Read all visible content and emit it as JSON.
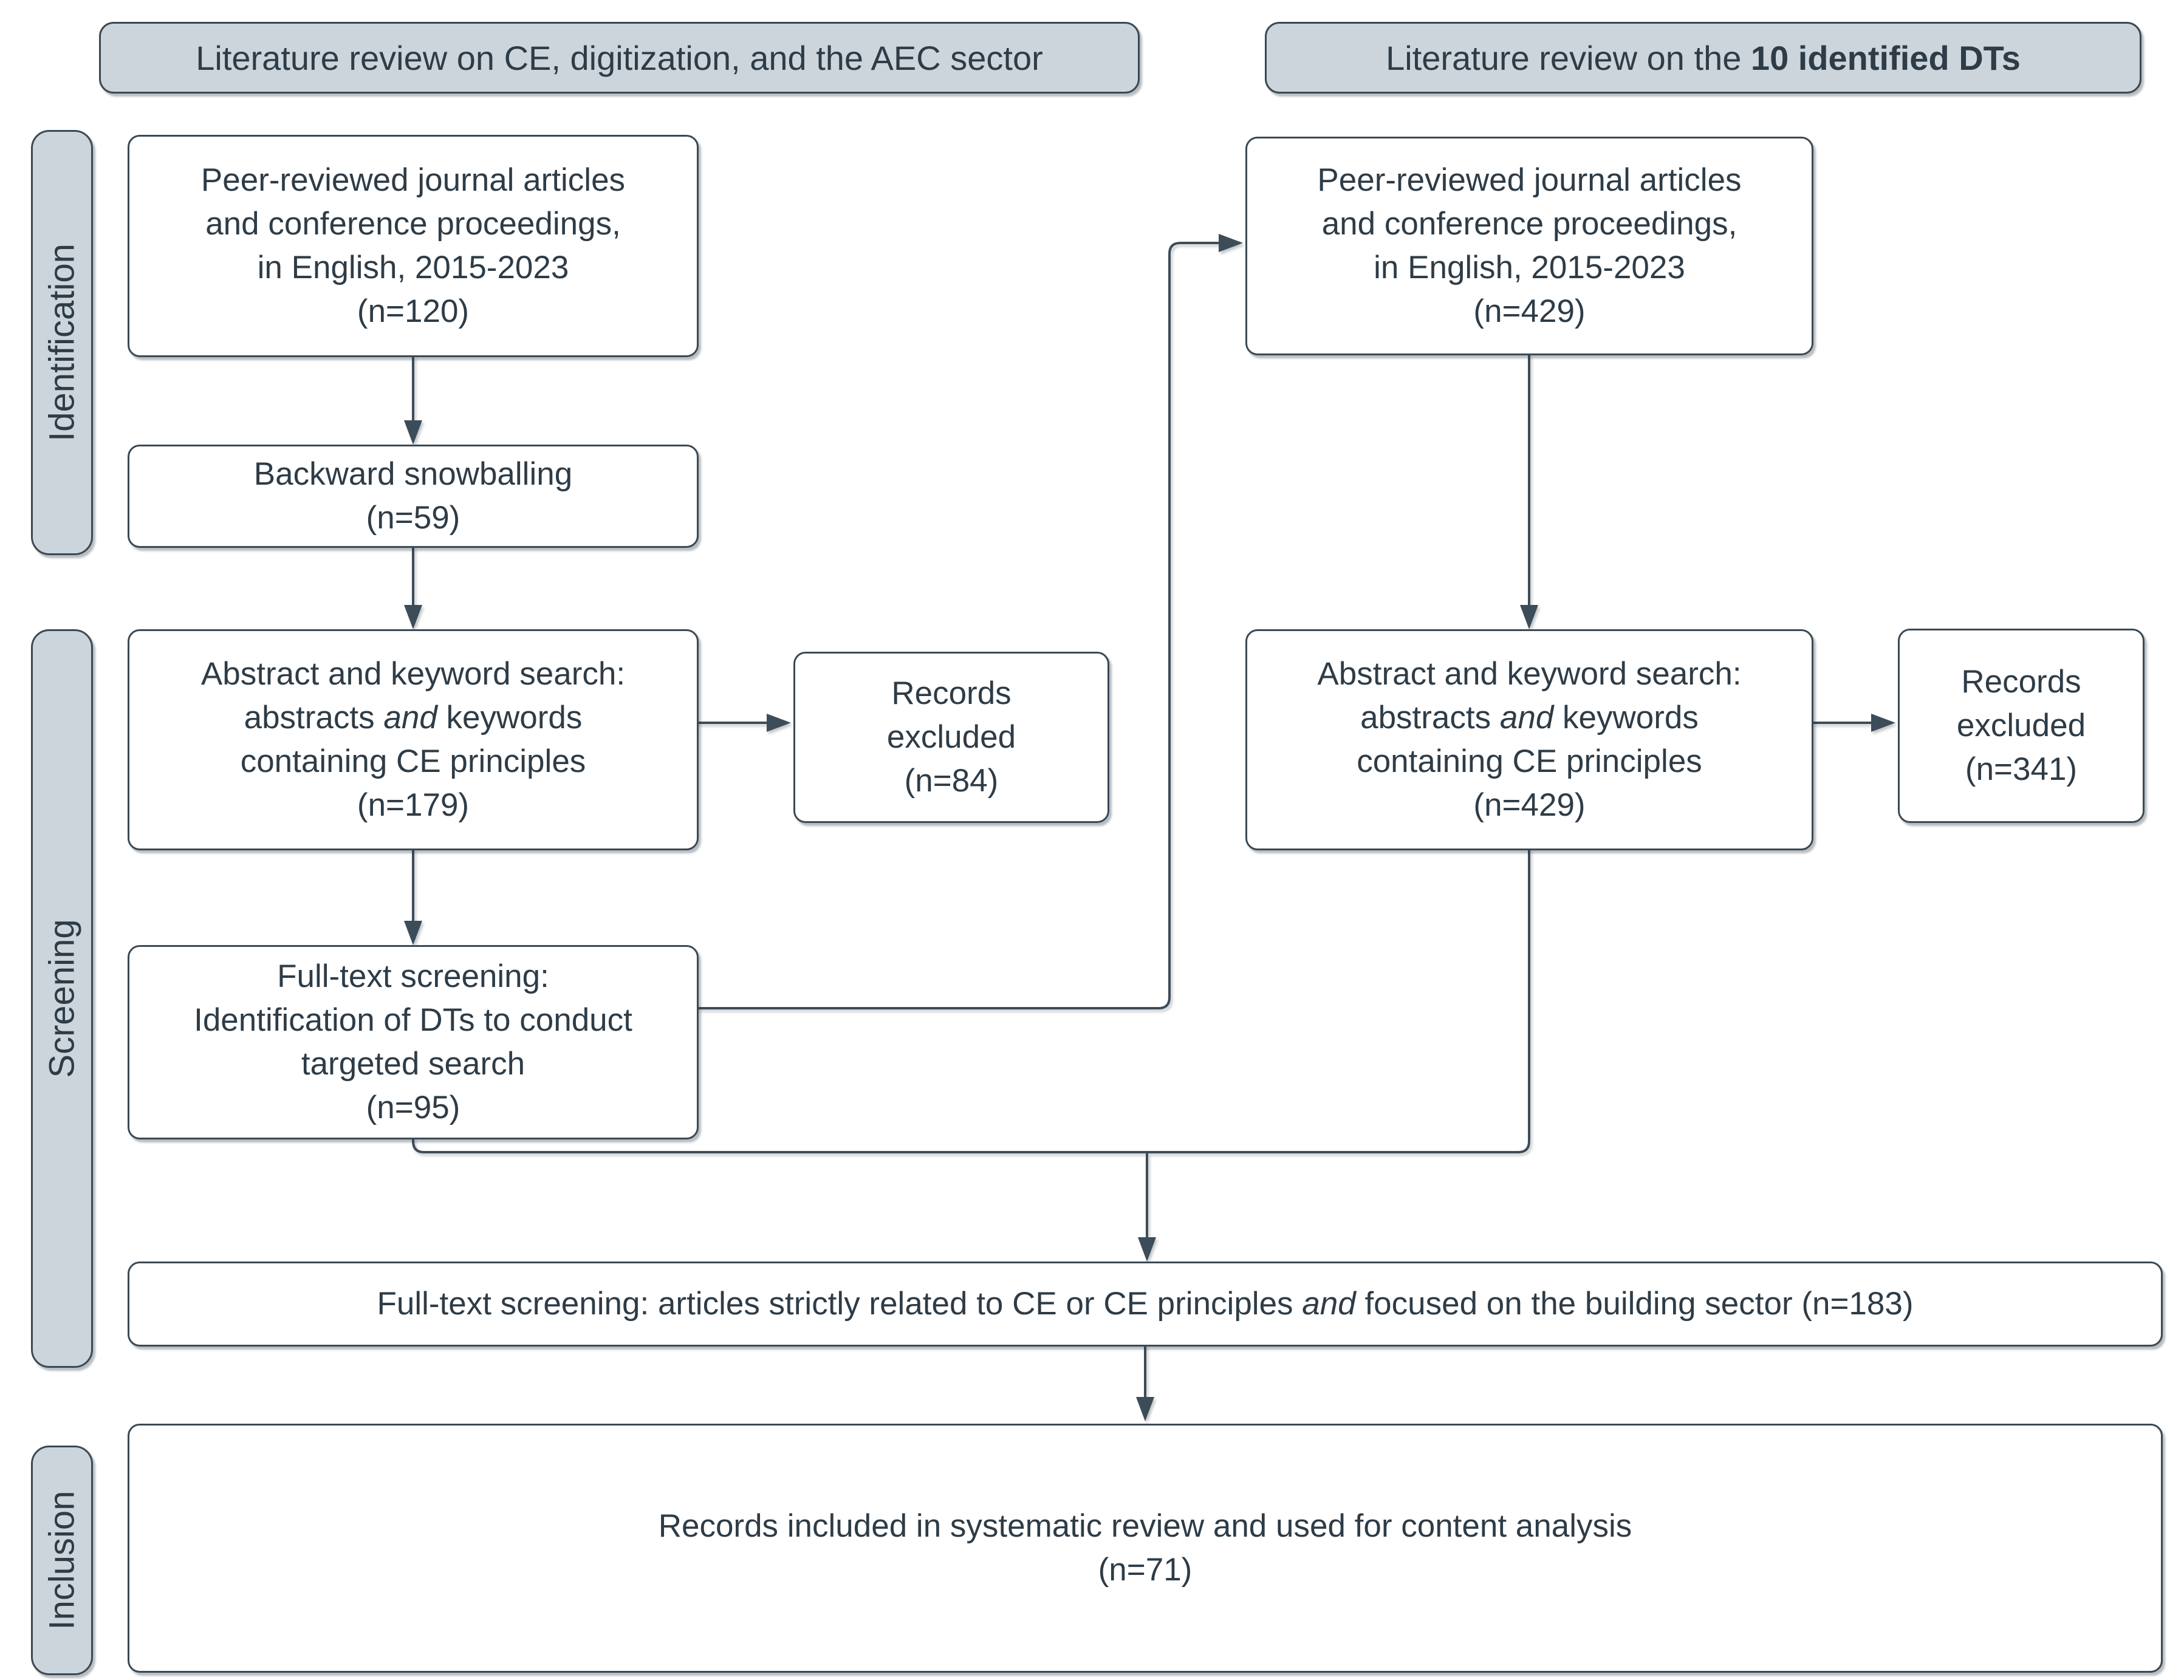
{
  "colors": {
    "bd": "#3a4954",
    "tx": "#2e3c47",
    "band": "#ccd5dc",
    "conn": "#3d4c59",
    "bg": "#ffffff"
  },
  "headers": {
    "left": "Literature review on CE, digitization, and the AEC sector",
    "right_prefix": "Literature review on the ",
    "right_bold": "10 identified DTs"
  },
  "stages": {
    "identification": "Identification",
    "screening": "Screening",
    "inclusion": "Inclusion"
  },
  "boxes": {
    "peer_left": {
      "line1": "Peer-reviewed journal articles",
      "line2": "and conference proceedings,",
      "line3": "in English, 2015-2023",
      "n": "(n=120)"
    },
    "snowballing": {
      "line1": "Backward snowballing",
      "n": "(n=59)"
    },
    "abstract_left": {
      "line1": "Abstract and keyword search:",
      "line2a": "abstracts ",
      "line2b": "and",
      "line2c": " keywords",
      "line3": "containing CE principles",
      "n": "(n=179)"
    },
    "excluded_left": {
      "line1": "Records",
      "line2": "excluded",
      "n": "(n=84)"
    },
    "fulltext_dts": {
      "line1": "Full-text screening:",
      "line2": "Identification of DTs to conduct",
      "line3": "targeted search",
      "n": "(n=95)"
    },
    "peer_right": {
      "line1": "Peer-reviewed journal articles",
      "line2": "and conference proceedings,",
      "line3": "in English, 2015-2023",
      "n": "(n=429)"
    },
    "abstract_right": {
      "line1": "Abstract and keyword search:",
      "line2a": "abstracts ",
      "line2b": "and",
      "line2c": " keywords",
      "line3": "containing CE principles",
      "n": "(n=429)"
    },
    "excluded_right": {
      "line1": "Records",
      "line2": "excluded",
      "n": "(n=341)"
    },
    "fulltext_bar": {
      "part1": "Full-text screening: articles strictly related to CE or CE principles ",
      "italic": "and",
      "part2": " focused on the building sector (n=183)"
    },
    "included_bar": {
      "line1": "Records included in systematic review and used for content analysis",
      "n": "(n=71)"
    }
  }
}
